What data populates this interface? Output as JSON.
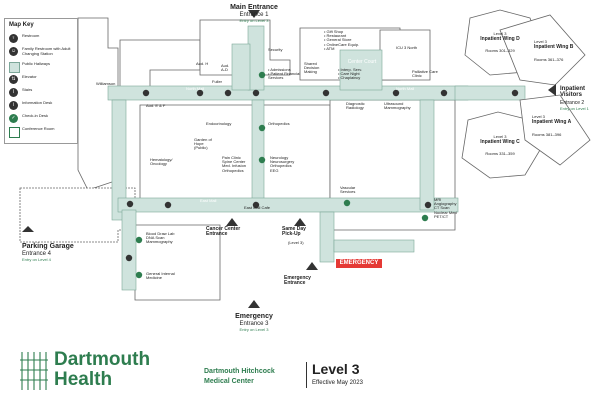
{
  "map_key": {
    "title": "Map Key",
    "items": [
      {
        "icon": "restroom-icon",
        "label": "Restroom"
      },
      {
        "icon": "family-restroom-icon",
        "label": "Family Restroom with Adult Changing Station"
      },
      {
        "icon": "hallway-swatch",
        "label": "Public Hallways"
      },
      {
        "icon": "elevator-icon",
        "label": "Elevator"
      },
      {
        "icon": "stairs-icon",
        "label": "Stairs"
      },
      {
        "icon": "information-icon",
        "label": "Information Desk"
      },
      {
        "icon": "check-in-icon",
        "label": "Check-in Desk"
      },
      {
        "icon": "conference-icon",
        "label": "Conference Room"
      }
    ]
  },
  "entrances": {
    "main": {
      "title": "Main Entrance",
      "sub": "Entrance 1",
      "note": "Entry on Level 3"
    },
    "inpatient_visitors": {
      "title": "Inpatient Visitors",
      "sub": "Entrance 2",
      "note": "Entry on Level 1"
    },
    "emergency_bottom": {
      "title": "Emergency",
      "sub": "Entrance 3",
      "note": "Entry on Level 3"
    },
    "parking": {
      "title": "Parking Garage",
      "sub": "Entrance 4",
      "note": "Entry on Level 4"
    }
  },
  "wings": {
    "d": {
      "level": "Level 3",
      "name": "Inpatient Wing D",
      "rooms": "Rooms 301–329"
    },
    "b": {
      "level": "Level 3",
      "name": "Inpatient Wing B",
      "rooms": "Rooms 361–376"
    },
    "a": {
      "level": "Level 3",
      "name": "Inpatient Wing A",
      "rooms": "Rooms 381–396"
    },
    "c": {
      "level": "Level 3",
      "name": "Inpatient Wing C",
      "rooms": "Rooms 331–359"
    }
  },
  "labels": {
    "williamson": "Williamson",
    "aud_h": "Aud. H",
    "aud_ad": "Aud. A-D",
    "fuller": "Fuller",
    "aud_ef": "Aud. E & F",
    "security": "Security",
    "admissions": "• Admissions\n• Patient Financial Services",
    "shared_decision": "Shared Decision Making",
    "gift_shop": "• Gift Shop\n• Restaurant\n• General Store\n• OnlineCare Equip.\n• ATM",
    "interp": "• Interp. Serv.\n• Care Night\n• Chaplaincy",
    "center_court": "Center Court",
    "icu": "ICU 3 North",
    "palliative": "Palliative Care Clinic",
    "diagnostic_radiology": "Diagnostic Radiology",
    "ultrasound": "Ultrasound Mammography",
    "north_mall": "North Mall",
    "endocrinology": "Endocrinology",
    "orthopedics": "Orthopedics",
    "garden": "Garden of Hope (Public)",
    "hematology": "Hematology/ Oncology",
    "pain_clinic": "Pain Clinic\nSpine Center\nMed. Infusion\nOrthopedics",
    "neurology": "Neurology\nNeurosurgery\nOrthopedics\nEEG",
    "vascular": "Vascular Services",
    "mri": "MRI\nAngiography\nCT Scan\nNuclear Med\nPET/CT",
    "east_mall": "East Mall",
    "east_mall_cafe": "East Mall Cafe",
    "cancer_center": "Cancer Center Entrance",
    "same_day": "Same Day Pick-Up",
    "same_day_level": "(Level 3)",
    "emergency_badge": "EMERGENCY",
    "emergency_entrance": "Emergency Entrance",
    "blood_draw": "Blood Draw Lab\nDNA Scan\nMammography",
    "internal_med": "General Internal Medicine"
  },
  "footer": {
    "brand_line1": "Dartmouth",
    "brand_line2": "Health",
    "org_line1": "Dartmouth Hitchcock",
    "org_line2": "Medical Center",
    "level": "Level 3",
    "effective": "Effective May 2023"
  },
  "colors": {
    "hallway": "#cfe3dd",
    "wall": "#6d6d6d",
    "brand_green": "#2e7d4f",
    "emergency_red": "#e53935"
  }
}
